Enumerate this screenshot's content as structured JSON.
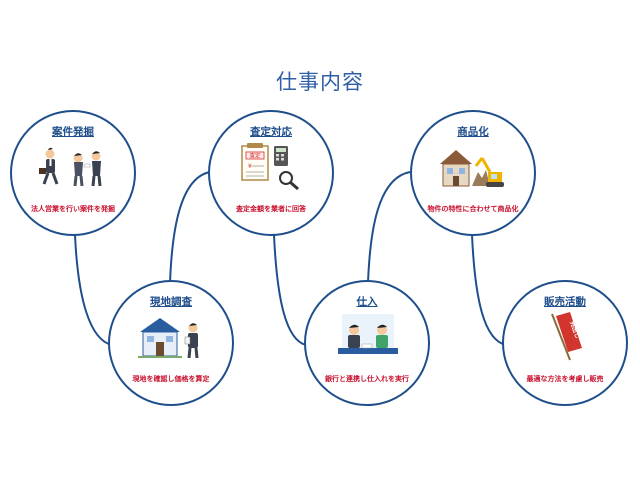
{
  "page": {
    "title": "仕事内容"
  },
  "colors": {
    "accent": "#1f4e8c",
    "title": "#2f5fa7",
    "description": "#c8102e"
  },
  "steps": [
    {
      "title": "案件発掘",
      "description": "法人営業を行い案件を発掘",
      "icon": "business-meeting-icon"
    },
    {
      "title": "現地調査",
      "description": "現地を確認し価格を算定",
      "icon": "house-inspection-icon"
    },
    {
      "title": "査定対応",
      "description": "査定金額を業者に回答",
      "icon": "appraisal-document-icon",
      "illustration_text": {
        "document": "査定",
        "yen": "¥"
      }
    },
    {
      "title": "仕入",
      "description": "銀行と連携し仕入れを実行",
      "icon": "consultation-icon"
    },
    {
      "title": "商品化",
      "description": "物件の特性に合わせて商品化",
      "icon": "demolition-renovation-icon"
    },
    {
      "title": "販売活動",
      "description": "最適な方法を考慮し販売",
      "icon": "sale-banner-icon",
      "illustration_text": {
        "banner": "売出し"
      }
    }
  ]
}
